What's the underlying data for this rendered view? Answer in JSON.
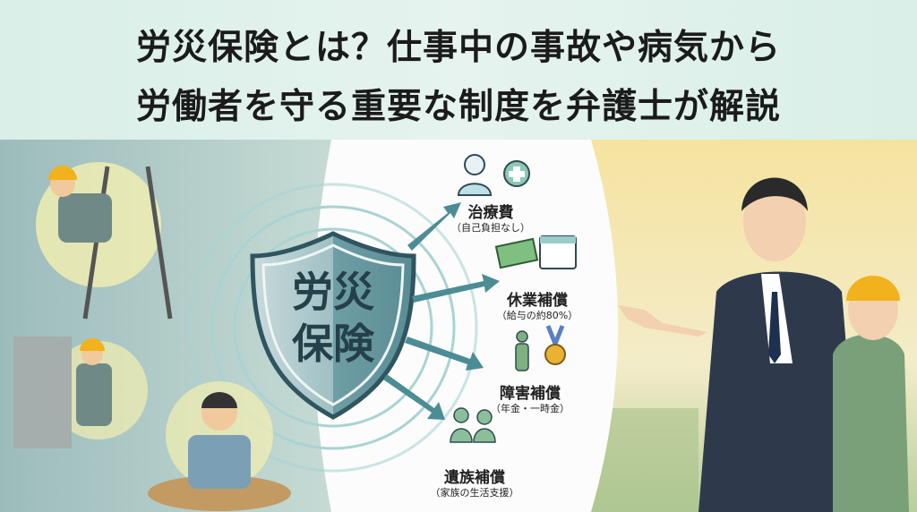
{
  "title": {
    "line1": "労災保険とは？仕事中の事故や病気から",
    "line2": "労働者を守る重要な制度を弁護士が解説"
  },
  "shield": {
    "line1": "労災",
    "line2": "保険"
  },
  "benefits": [
    {
      "name": "治療費",
      "detail": "（自己負担なし）",
      "icon": "doctor-icon"
    },
    {
      "name": "休業補償",
      "detail": "（給与の約80%）",
      "icon": "money-calendar-icon"
    },
    {
      "name": "障害補償",
      "detail": "（年金・一時金）",
      "icon": "elderly-medal-icon"
    },
    {
      "name": "遺族補償",
      "detail": "（家族の生活支援）",
      "icon": "family-icon"
    }
  ],
  "colors": {
    "teal": "#3f8a92",
    "title_bg": "#dff0ea",
    "sky": "#f6e7a6"
  }
}
